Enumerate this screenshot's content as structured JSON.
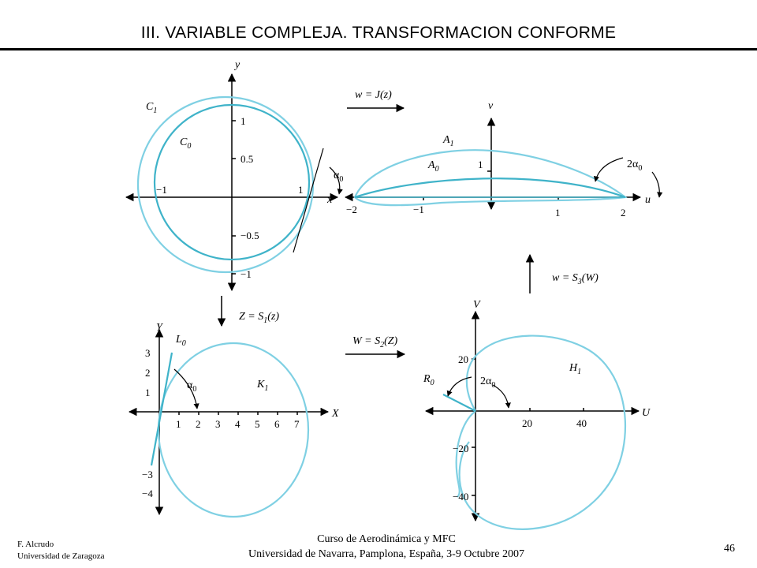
{
  "slide": {
    "title": "III. VARIABLE COMPLEJA. TRANSFORMACION CONFORME",
    "footer_left_1": "F. Alcrudo",
    "footer_left_2": "Universidad de Zaragoza",
    "footer_center_1": "Curso de Aerodinámica y MFC",
    "footer_center_2": "Universidad de Navarra, Pamplona, España, 3-9 Octubre 2007",
    "page_number": "46"
  },
  "colors": {
    "curve": "#6cc7dc",
    "curve_dark": "#3fb3c9",
    "axes": "#000000"
  },
  "panels": {
    "z_plane": {
      "axis_x": "x",
      "axis_y": "y",
      "labels": {
        "c1": "C1",
        "c0": "C0",
        "alpha": "α0"
      },
      "ticks": {
        "y_pos1": "1",
        "y_half": "0.5",
        "y_neghalf": "−0.5",
        "y_neg1": "−1",
        "x_neg1": "−1",
        "x_pos1": "1"
      }
    },
    "w_plane": {
      "axis_x": "u",
      "axis_y": "v",
      "labels": {
        "a1": "A1",
        "a0": "A0",
        "two_alpha": "2α0"
      },
      "ticks": {
        "v1": "1",
        "u_neg2": "−2",
        "u_neg1": "−1",
        "u1": "1",
        "u2": "2"
      }
    },
    "Z_plane": {
      "axis_x": "X",
      "axis_y": "Y",
      "labels": {
        "l0": "L0",
        "k1": "K1",
        "alpha": "α0"
      },
      "ticks": {
        "y3": "3",
        "y2": "2",
        "y1": "1",
        "yn3": "−3",
        "yn4": "−4",
        "x1": "1",
        "x2": "2",
        "x3": "3",
        "x4": "4",
        "x5": "5",
        "x6": "6",
        "x7": "7"
      }
    },
    "W_plane": {
      "axis_x": "U",
      "axis_y": "V",
      "labels": {
        "r0": "R0",
        "h1": "H1",
        "two_alpha": "2α0"
      },
      "ticks": {
        "v20": "20",
        "u20": "20",
        "u40": "40",
        "vn20": "−20",
        "vn40": "−40"
      }
    }
  },
  "transforms": {
    "w_eq_j": "w = J(z)",
    "Z_eq_s1": "Z = S1(z)",
    "W_eq_s2": "W = S2(Z)",
    "w_eq_s3": "w = S3(W)"
  }
}
